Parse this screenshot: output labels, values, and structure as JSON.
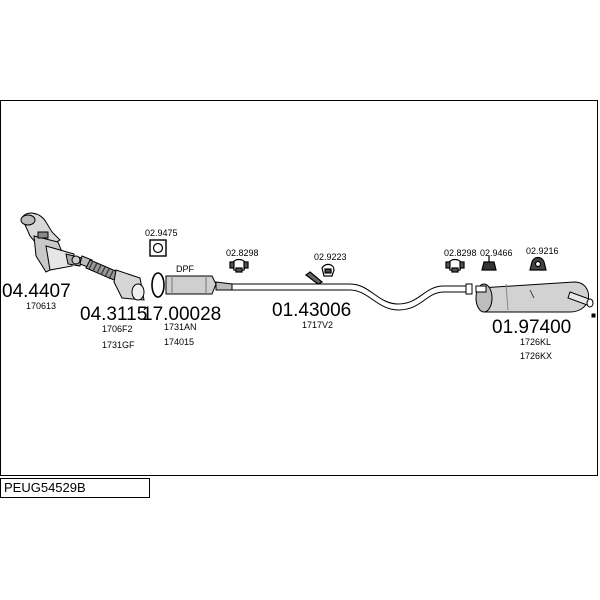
{
  "diagram_code": "PEUG54529B",
  "parts": {
    "catalyst": {
      "number": "04.4407",
      "refs": [
        "170613"
      ]
    },
    "flexpipe": {
      "number": "04.3115",
      "refs": [
        "1706F2",
        "1731GF"
      ]
    },
    "dpf": {
      "number": "17.00028",
      "label": "DPF",
      "refs": [
        "1731AN",
        "174015"
      ]
    },
    "middle_pipe": {
      "number": "01.43006",
      "refs": [
        "1717V2"
      ]
    },
    "rear_silencer": {
      "number": "01.97400",
      "refs": [
        "1726KL",
        "1726KX"
      ]
    }
  },
  "fittings": {
    "gasket": "02.9475",
    "clamp_a": "02.8298",
    "bracket": "02.9223",
    "clamp_b": "02.8298",
    "hanger_a": "02.9466",
    "hanger_b": "02.9216"
  }
}
